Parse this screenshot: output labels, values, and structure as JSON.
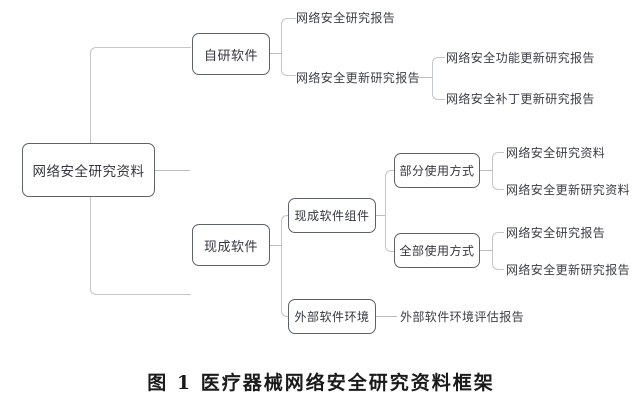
{
  "figure": {
    "caption": "图 1  医疗器械网络安全研究资料框架",
    "root": {
      "label": "网络安全研究资料"
    },
    "nodes": {
      "self_dev": {
        "label": "自研软件"
      },
      "otss": {
        "label": "现成软件"
      },
      "otss_component": {
        "label": "现成软件组件"
      },
      "external_env": {
        "label": "外部软件环境"
      },
      "partial_use": {
        "label": "部分使用方式"
      },
      "full_use": {
        "label": "全部使用方式"
      }
    },
    "leaves": {
      "self_dev_1": "网络安全研究报告",
      "self_dev_2": "网络安全更新研究报告",
      "self_dev_2_1": "网络安全功能更新研究报告",
      "self_dev_2_2": "网络安全补丁更新研究报告",
      "partial_1": "网络安全研究资料",
      "partial_2": "网络安全更新研究资料",
      "full_1": "网络安全研究报告",
      "full_2": "网络安全更新研究报告",
      "external_1": "外部软件环境评估报告"
    },
    "colors": {
      "node_border": "#5d6268",
      "connector": "#b9bcc0",
      "text": "#33373d",
      "background": "#ffffff"
    }
  }
}
